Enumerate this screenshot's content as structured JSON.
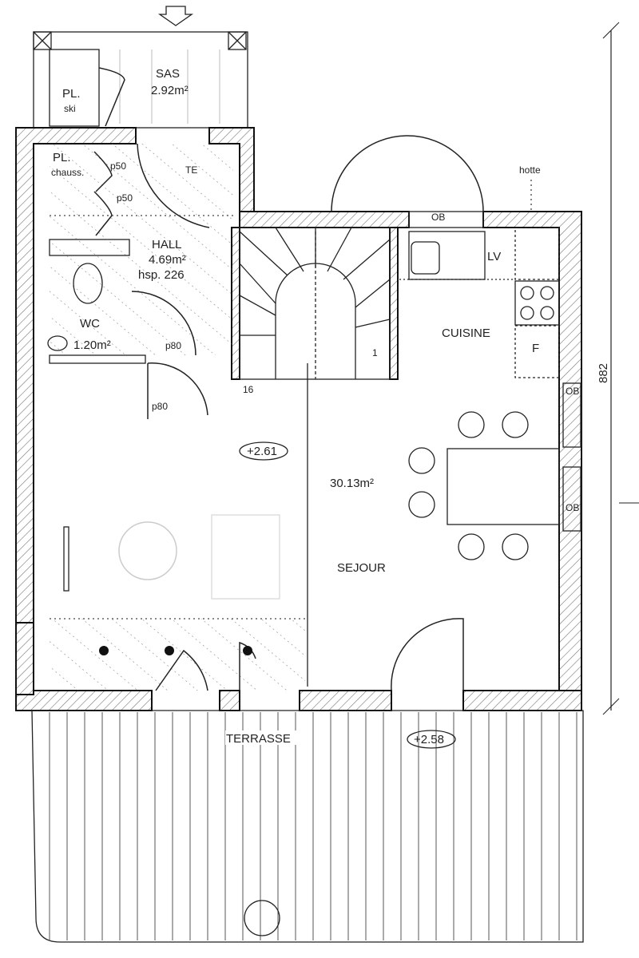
{
  "plan": {
    "rooms": {
      "sas": {
        "name": "SAS",
        "area": "2.92m²"
      },
      "ski": {
        "name": "PL.",
        "sub": "ski"
      },
      "chauss": {
        "name": "PL.",
        "sub": "chauss."
      },
      "hall": {
        "name": "HALL",
        "area": "4.69m²",
        "height": "hsp. 226"
      },
      "wc": {
        "name": "WC",
        "area": "1.20m²"
      },
      "cuisine": {
        "name": "CUISINE"
      },
      "sejour": {
        "name": "SEJOUR",
        "area": "30.13m²"
      },
      "terrasse": {
        "name": "TERRASSE"
      }
    },
    "labels": {
      "p50a": "p50",
      "p50b": "p50",
      "te": "TE",
      "p80a": "p80",
      "p80b": "p80",
      "ob1": "OB",
      "ob2": "OB",
      "ob3": "OB",
      "hotte": "hotte",
      "lv": "LV",
      "f": "F",
      "stair_start": "1",
      "stair_end": "16"
    },
    "levels": {
      "interior": "+2.61",
      "terrace": "+2.58"
    },
    "dimension": "882"
  }
}
